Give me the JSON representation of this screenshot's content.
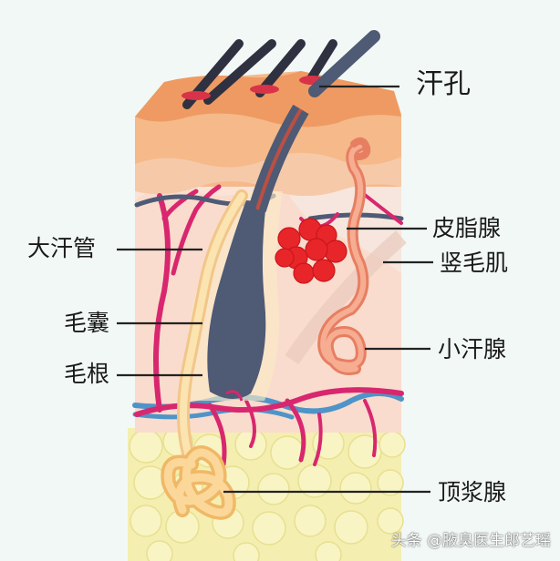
{
  "labels": {
    "pore": "汗孔",
    "sebaceous_gland": "皮脂腺",
    "arrector_pili": "竖毛肌",
    "eccrine_gland": "小汗腺",
    "sweat_duct": "大汗管",
    "hair_follicle": "毛囊",
    "hair_root": "毛根",
    "apocrine_gland": "顶浆腺"
  },
  "watermark": "头条 @腋臭医生郎艺瑶",
  "colors": {
    "background": "#f2f8f6",
    "epidermis": "#f3a66f",
    "dermis": "#f9dccd",
    "fat": "#f4efb0",
    "hair": "#4f5a75",
    "artery": "#d8276e",
    "vein": "#4f94c8",
    "sebaceous": "#e8262a"
  }
}
